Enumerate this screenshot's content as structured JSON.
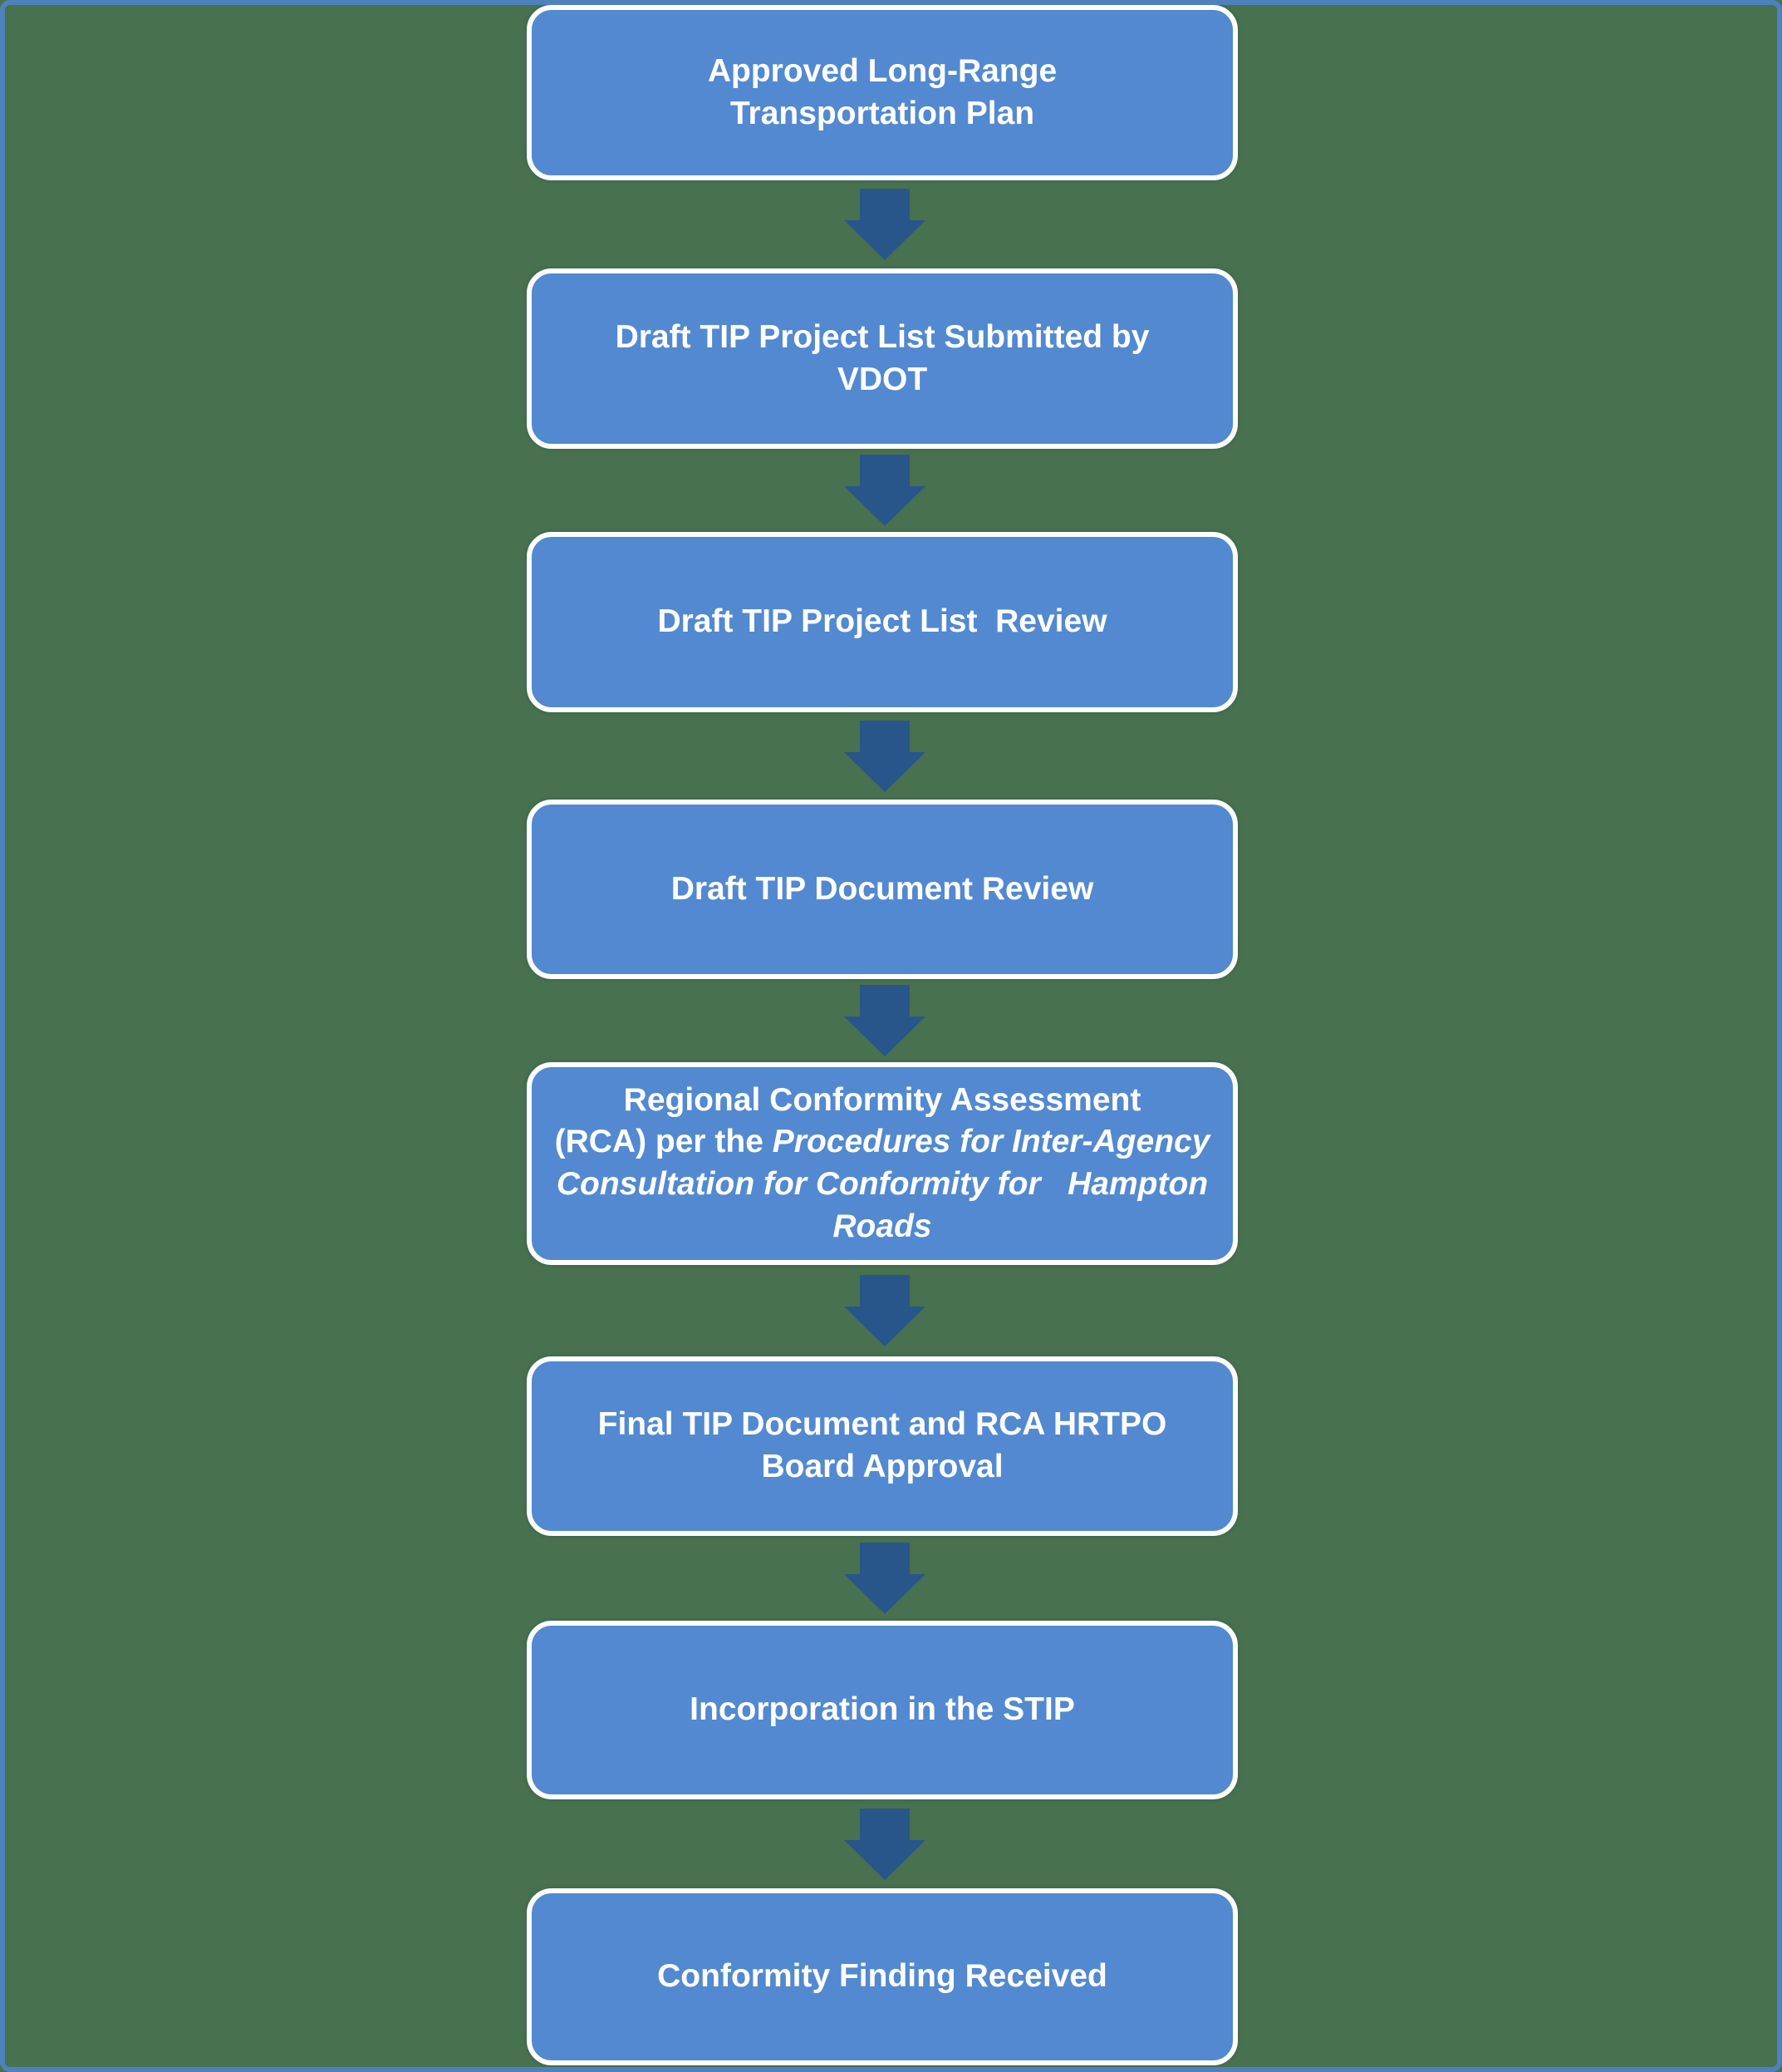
{
  "colors": {
    "background_green": "#47714F",
    "frame_blue": "#4F81BD",
    "box_fill_blue": "#5289D0",
    "box_border_white": "#FFFFFF",
    "arrow_dark_blue": "#28568A",
    "text_white": "#FFFFFF"
  },
  "flowchart": {
    "steps": [
      {
        "label": "Approved Long-Range\nTransportation Plan"
      },
      {
        "label": "Draft TIP Project List Submitted by\nVDOT"
      },
      {
        "label": "Draft TIP Project List  Review"
      },
      {
        "label": "Draft TIP Document Review"
      },
      {
        "label_normal": "Regional Conformity Assessment\n(RCA) per the ",
        "label_italic": "Procedures for Inter-Agency Consultation for Conformity for   Hampton Roads"
      },
      {
        "label": "Final TIP Document and RCA HRTPO\nBoard Approval"
      },
      {
        "label": "Incorporation in the STIP"
      },
      {
        "label": "Conformity Finding Received"
      }
    ]
  }
}
